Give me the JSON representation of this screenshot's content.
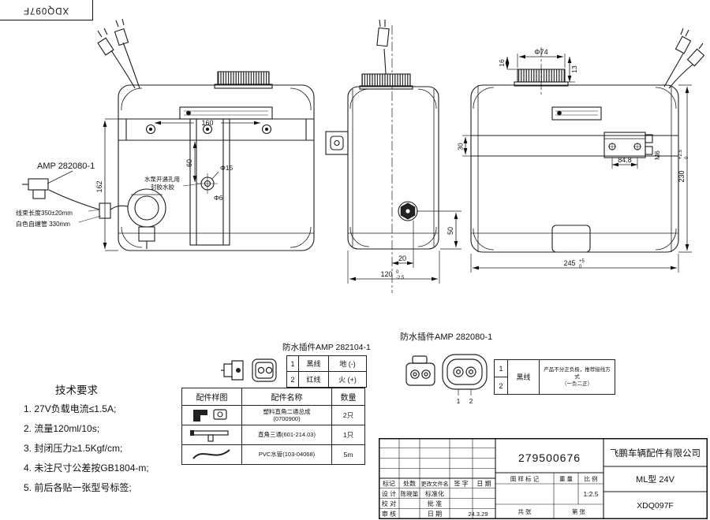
{
  "sheet": {
    "corner_code": "XDQ097F"
  },
  "front_view": {
    "amp_label": "AMP 282080-1",
    "pump_note1": "水泵开遇孔用",
    "pump_note2": "封胶水胶",
    "harness_note": "线束长度350±20mm",
    "tube_note": "白色自缠管 330mm",
    "dim160": "160",
    "dim60": "60",
    "dim162": "162",
    "dim_phi15": "Φ15",
    "dim_phi6": "Φ6"
  },
  "side_view": {
    "dim50": "50",
    "dim20": "20",
    "dim120": "120",
    "dim120_up": "0",
    "dim120_dn": "-2.5"
  },
  "rear_view": {
    "dim16": "16",
    "dim_phi74": "Φ74",
    "dim13": "13",
    "dim30": "30",
    "dim84_8": "84.8",
    "dimM6": "M6",
    "dim230": "230",
    "dim230_up": "+2.5",
    "dim230_dn": "0",
    "dim245": "245",
    "dim245_up": "+5",
    "dim245_dn": "0"
  },
  "tech_req": {
    "title": "技术要求",
    "items": [
      "1. 27V负载电流≤1.5A;",
      "2. 流量120ml/10s;",
      "3. 封闭压力≥1.5Kgf/cm;",
      "4. 未注尺寸公差按GB1804-m;",
      "5. 前后各贴一张型号标签;"
    ]
  },
  "connector_a": {
    "title": "防水插件AMP 282104-1",
    "rows": [
      {
        "no": "1",
        "wire": "黑线",
        "pol": "地 (-)"
      },
      {
        "no": "2",
        "wire": "红线",
        "pol": "火 (+)"
      }
    ]
  },
  "connector_b": {
    "title": "防水插件AMP 282080-1",
    "pin_row1": "1",
    "pin_row2": "2",
    "wire": "黑线",
    "note1": "产品不分正负极，推荐接线方式",
    "note2": "（一负二正）",
    "pin1_label": "1",
    "pin2_label": "2"
  },
  "parts": {
    "headers": [
      "配件样图",
      "配件名称",
      "数量"
    ],
    "rows": [
      {
        "name1": "塑料直角二通总成",
        "name2": "(0700900)",
        "qty": "2只"
      },
      {
        "name1": "直角三通(601-214.03)",
        "name2": "",
        "qty": "1只"
      },
      {
        "name1": "PVC水管(103-04068)",
        "name2": "",
        "qty": "5m"
      }
    ]
  },
  "title_block": {
    "part_no": "279500676",
    "company": "飞鹏车辆配件有限公司",
    "model": "ML型  24V",
    "code": "XDQ097F",
    "mark": "标记",
    "count": "处数",
    "change_doc": "更改文件名",
    "sign": "签 字",
    "date_lbl": "日 期",
    "design": "设 计",
    "designer": "陈晓笛",
    "standardize": "标准化",
    "check": "校 对",
    "approve": "批 准",
    "audit": "审 核",
    "date_lbl2": "日 期",
    "date": "24.3.29",
    "stamp": "图 样 标 记",
    "weight": "重 量",
    "scale_lbl": "比 例",
    "scale": "1:2.5",
    "sheets": "共  张",
    "page": "第  张"
  }
}
